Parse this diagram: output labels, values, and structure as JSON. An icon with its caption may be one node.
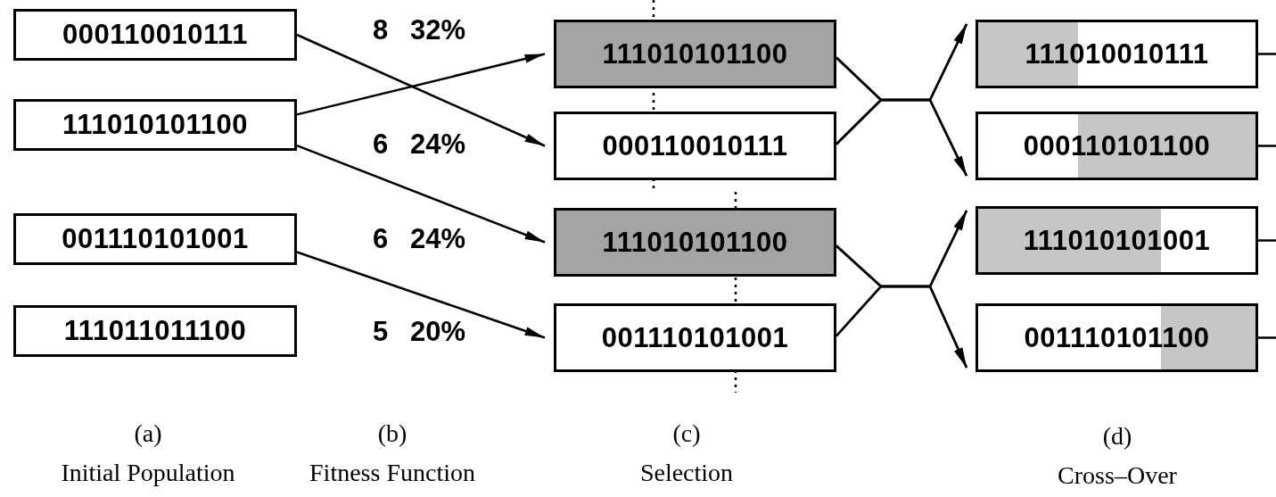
{
  "diagram": {
    "nodes": [
      {
        "text": [
          "000110010111"
        ]
      },
      {
        "text": [
          "111010101100"
        ]
      },
      {
        "text": [
          "001110101001"
        ]
      },
      {
        "text": [
          "111011011100"
        ]
      },
      {
        "text": [
          "111010101100"
        ]
      },
      {
        "text": [
          "000110010111"
        ]
      },
      {
        "text": [
          "111010101100"
        ]
      },
      {
        "text": [
          "001110101001"
        ]
      },
      {
        "text": [
          "111010010111"
        ]
      },
      {
        "text": [
          "000110101100"
        ]
      },
      {
        "text": [
          "111010101001"
        ]
      },
      {
        "text": [
          "001110101100"
        ]
      }
    ],
    "edges": [
      {
        "from": 0,
        "to": 5,
        "arrow": "to"
      },
      {
        "from": 1,
        "to": 4,
        "arrow": "to"
      },
      {
        "from": 1,
        "to": 6,
        "arrow": "to"
      },
      {
        "from": 2,
        "to": 7,
        "arrow": "to"
      },
      {
        "from": 4,
        "to": 8,
        "arrow": "to"
      },
      {
        "from": 4,
        "to": 9,
        "arrow": "to"
      },
      {
        "from": 5,
        "to": 8,
        "arrow": "to"
      },
      {
        "from": 5,
        "to": 9,
        "arrow": "to"
      },
      {
        "from": 6,
        "to": 10,
        "arrow": "to"
      },
      {
        "from": 6,
        "to": 11,
        "arrow": "to"
      },
      {
        "from": 7,
        "to": 10,
        "arrow": "to"
      },
      {
        "from": 7,
        "to": 11,
        "arrow": "to"
      },
      {
        "from": 8,
        "to": null,
        "arrow": "none"
      },
      {
        "from": 9,
        "to": null,
        "arrow": "none"
      },
      {
        "from": 10,
        "to": null,
        "arrow": "none"
      },
      {
        "from": 11,
        "to": null,
        "arrow": "none"
      }
    ],
    "labels": [
      "8",
      "32%",
      "6",
      "24%",
      "6",
      "24%",
      "5",
      "20%",
      "(a)",
      "Initial Population",
      "(b)",
      "Fitness Function",
      "(c)",
      "Selection",
      "(d)",
      "Cross–Over"
    ]
  }
}
